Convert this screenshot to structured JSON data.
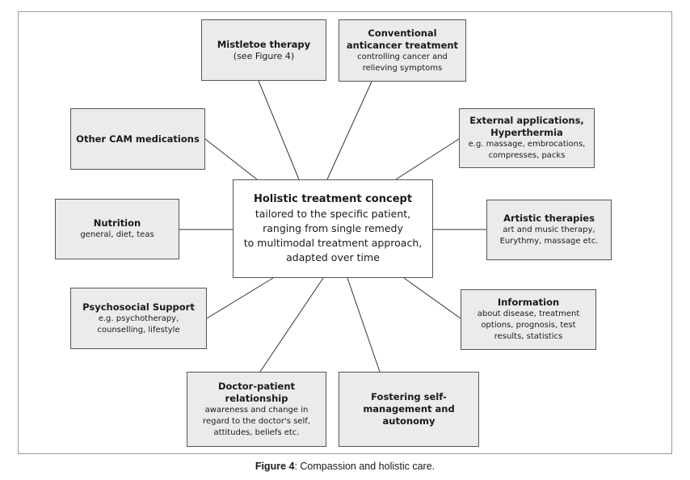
{
  "center": {
    "title": "Holistic treatment concept",
    "lines": [
      "tailored to the specific patient,",
      "ranging from single remedy",
      "to multimodal treatment approach,",
      "adapted over time"
    ]
  },
  "nodes": {
    "mistletoe": {
      "title": "Mistletoe therapy",
      "lines": [
        "(see Figure 4)"
      ]
    },
    "conventional": {
      "title_lines": [
        "Conventional",
        "anticancer treatment"
      ],
      "lines": [
        "controlling cancer and",
        "relieving symptoms"
      ]
    },
    "other_cam": {
      "title": "Other CAM medications"
    },
    "external": {
      "title_lines": [
        "External applications,",
        "Hyperthermia"
      ],
      "lines": [
        "e.g. massage, embrocations,",
        "compresses, packs"
      ]
    },
    "nutrition": {
      "title": "Nutrition",
      "lines": [
        "general, diet, teas"
      ]
    },
    "artistic": {
      "title": "Artistic therapies",
      "lines": [
        "art and music therapy,",
        "Eurythmy, massage etc."
      ]
    },
    "psychosocial": {
      "title": "Psychosocial Support",
      "lines": [
        "e.g. psychotherapy,",
        "counselling, lifestyle"
      ]
    },
    "information": {
      "title": "Information",
      "lines": [
        "about disease, treatment",
        "options, prognosis, test",
        "results, statistics"
      ]
    },
    "doctor": {
      "title_lines": [
        "Doctor-patient",
        "relationship"
      ],
      "lines": [
        "awareness and change in",
        "regard to the doctor's self,",
        "attitudes, beliefs etc."
      ]
    },
    "fostering": {
      "title_lines": [
        "Fostering self-",
        "management and",
        "autonomy"
      ]
    }
  },
  "caption": {
    "label": "Figure 4",
    "text": ": Compassion and holistic care."
  }
}
